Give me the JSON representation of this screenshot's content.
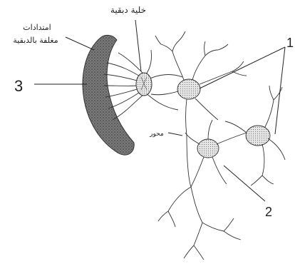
{
  "labels": {
    "glial_cell": "خلية دبقية",
    "extensions_line1": "امتدادات",
    "extensions_line2": "مغلفة بالدبقية",
    "small_label": "محور"
  },
  "numbers": {
    "n1": "1",
    "n2": "2",
    "n3": "3"
  },
  "colors": {
    "ink": "#222222",
    "vessel_light": "#9a9a9a",
    "vessel_dark": "#3c3c3c"
  }
}
